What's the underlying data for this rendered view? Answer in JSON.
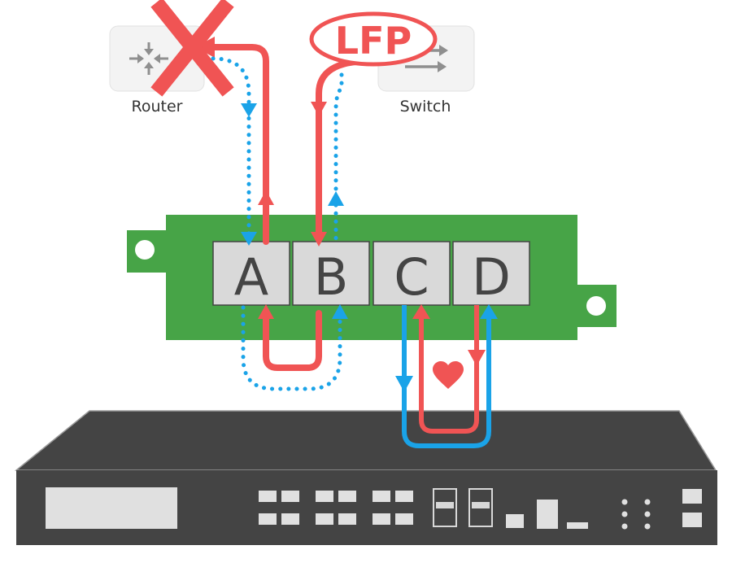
{
  "devices": {
    "router": {
      "label": "Router",
      "icon": "router-icon",
      "status": "failed",
      "status_mark": "x-mark-icon"
    },
    "switch": {
      "label": "Switch",
      "icon": "switch-icon",
      "tag": "LFP"
    }
  },
  "module": {
    "ports": [
      {
        "letter": "A"
      },
      {
        "letter": "B"
      },
      {
        "letter": "C"
      },
      {
        "letter": "D"
      }
    ]
  },
  "links": {
    "heart_icon": "heart-icon"
  },
  "colors": {
    "alert_red": "#f05454",
    "signal_blue": "#1aa3e8",
    "module_green": "#47a447",
    "port_gray": "#d9d9d9",
    "chassis_dark": "#444444",
    "chassis_light": "#e0e0e0",
    "device_box": "#f3f3f3"
  }
}
